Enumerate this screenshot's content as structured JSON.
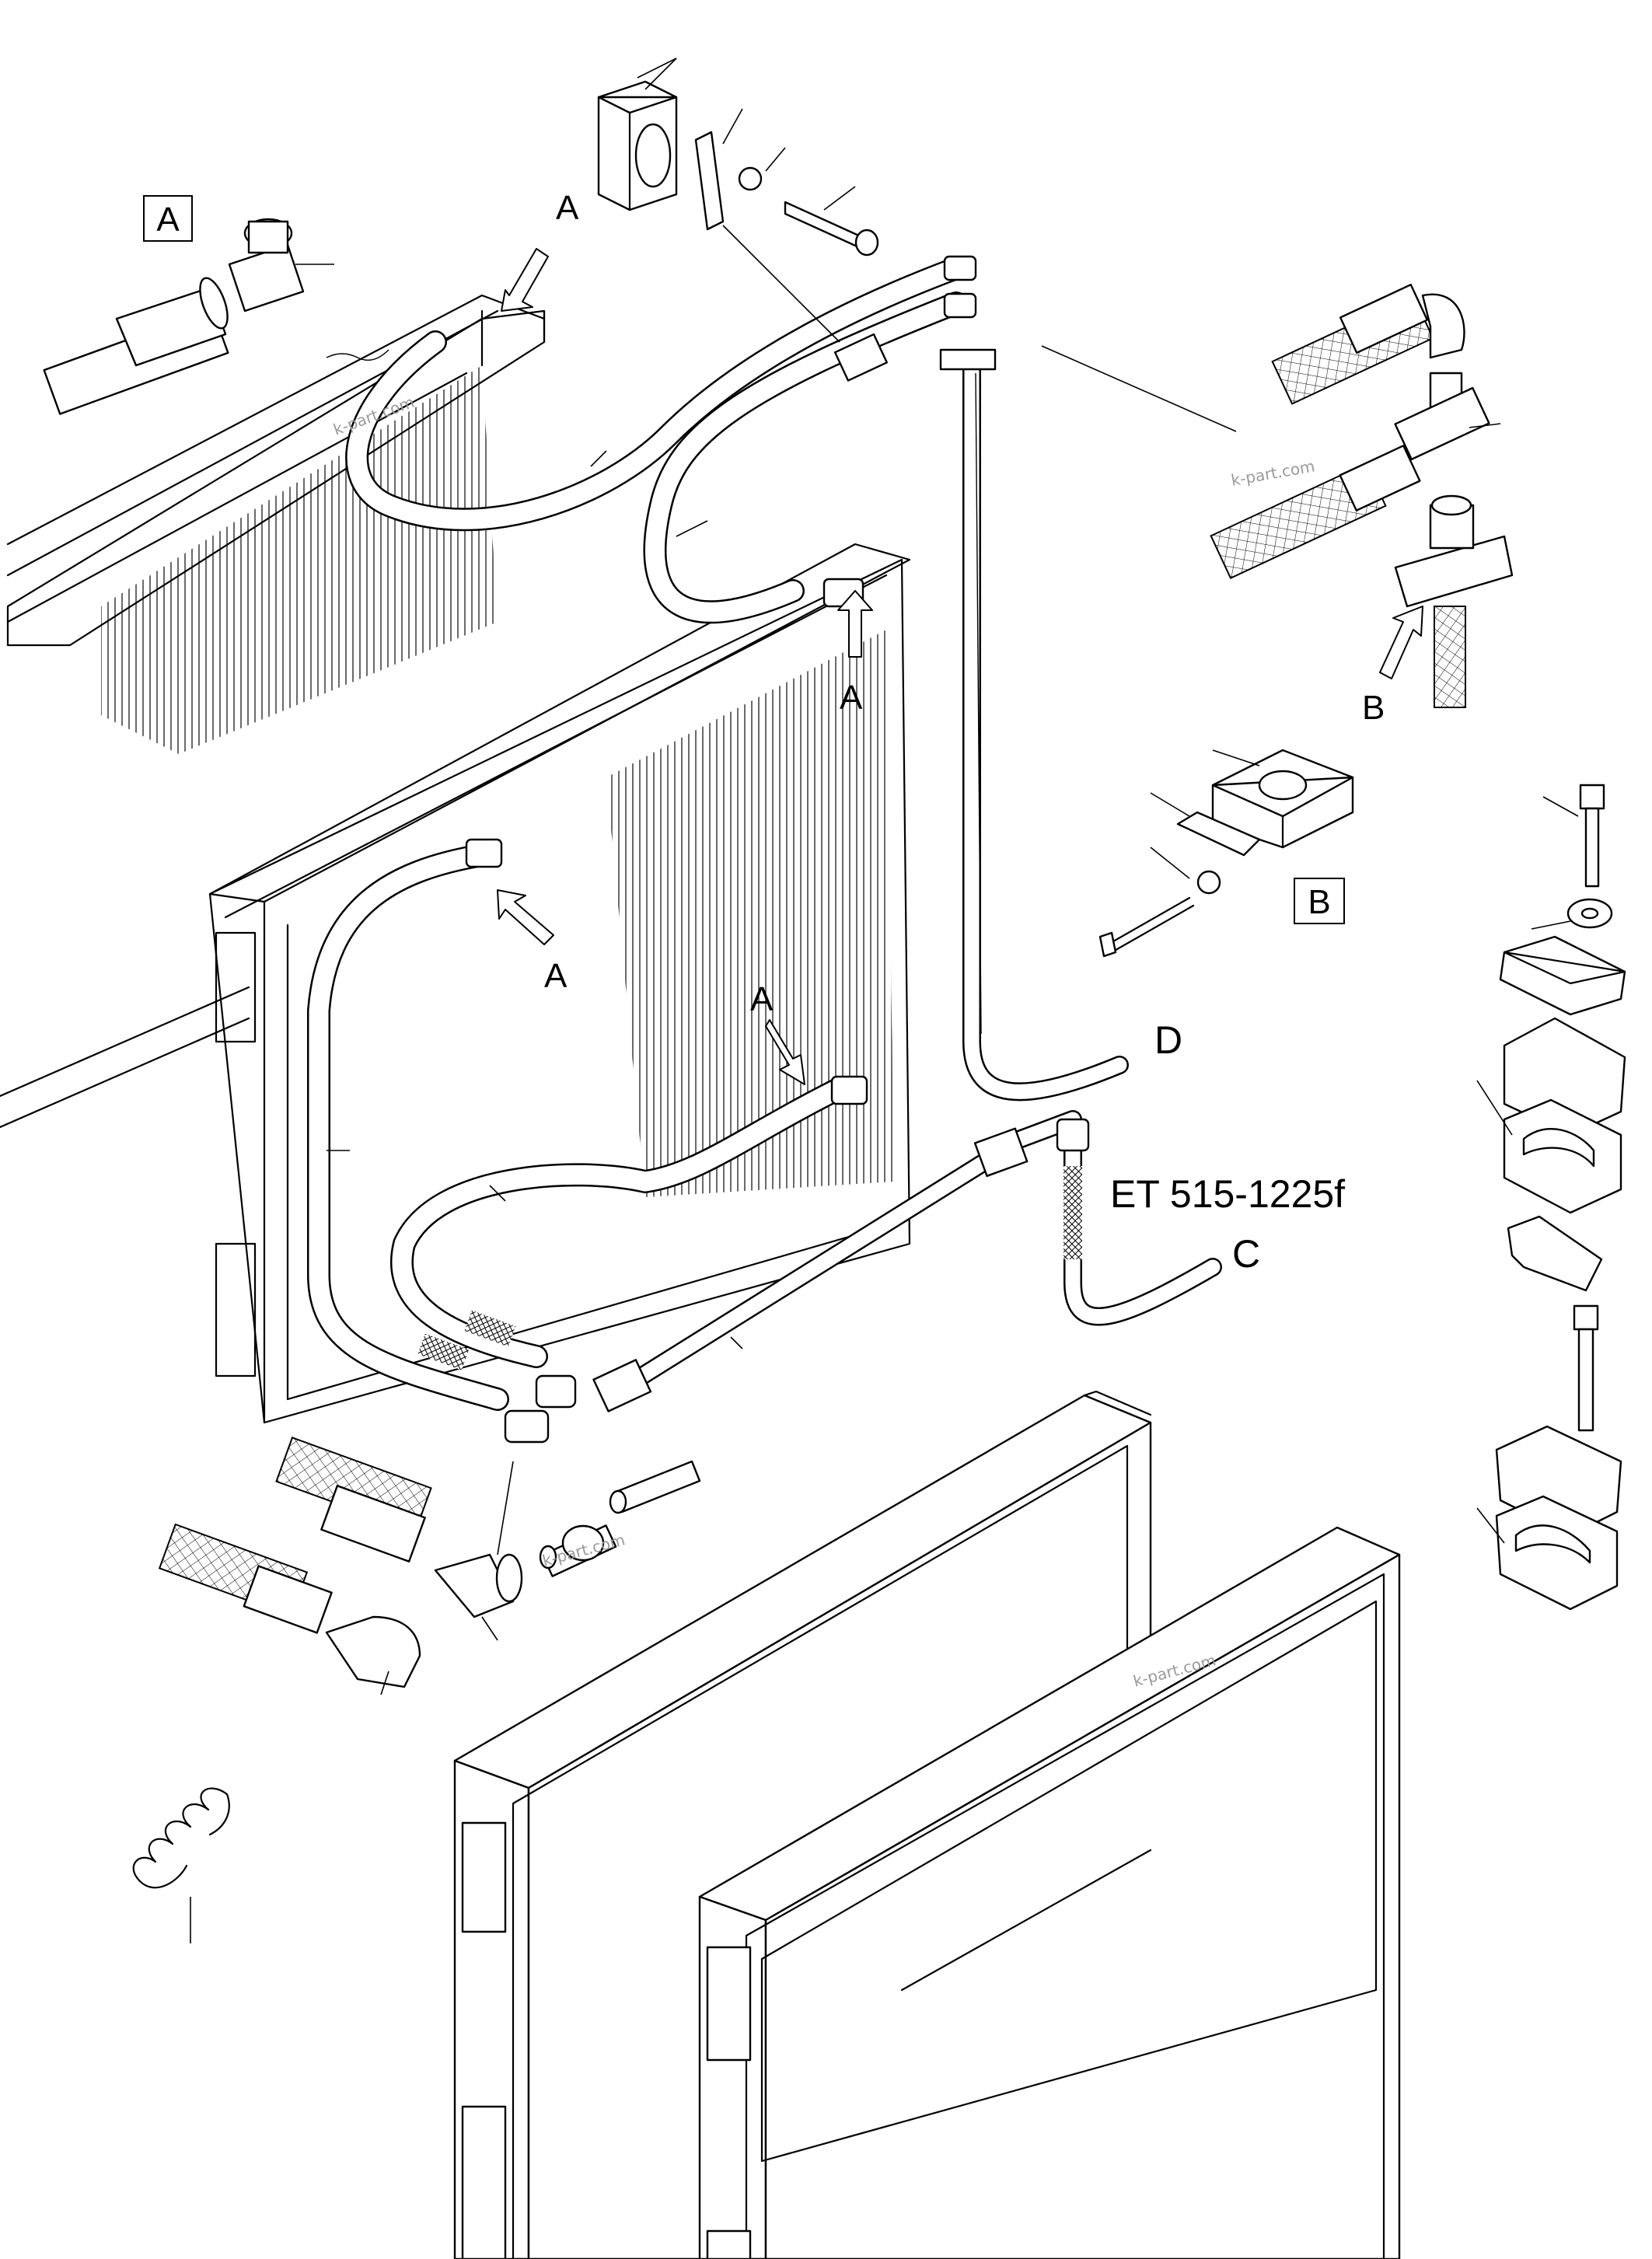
{
  "document_id": "ET 515-1225f",
  "labels": {
    "box_a": "A",
    "box_b": "B",
    "view_a": "A",
    "view_b": "B",
    "conn_c": "C",
    "conn_d": "D"
  },
  "watermark": "k-part.com"
}
